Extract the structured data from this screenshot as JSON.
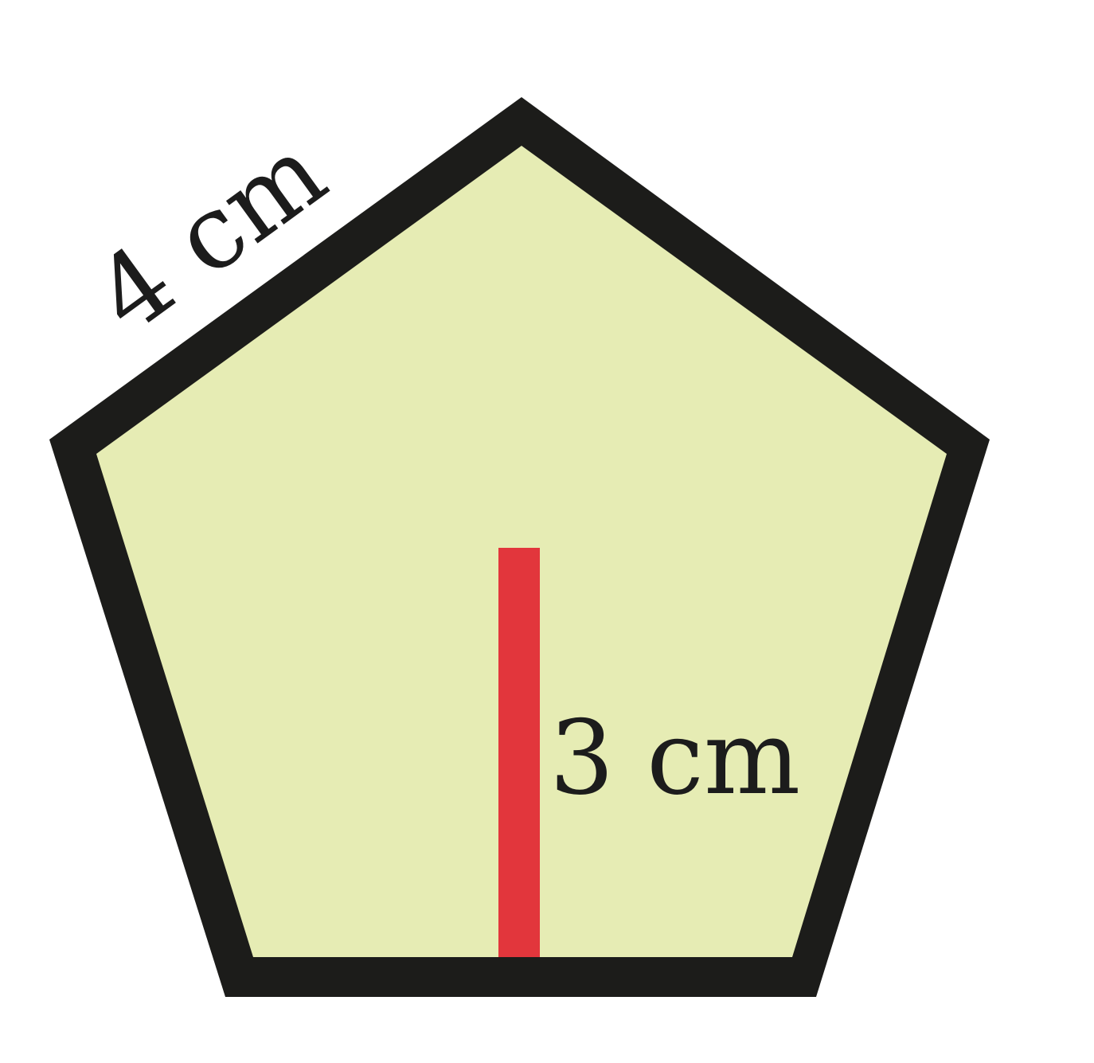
{
  "diagram": {
    "shape": "regular pentagon",
    "side_label": "4 cm",
    "apothem_label": "3 cm",
    "colors": {
      "fill": "#e6ecb4",
      "outline": "#1c1c1a",
      "apothem": "#e2363c",
      "text": "#1c1c1c"
    }
  }
}
